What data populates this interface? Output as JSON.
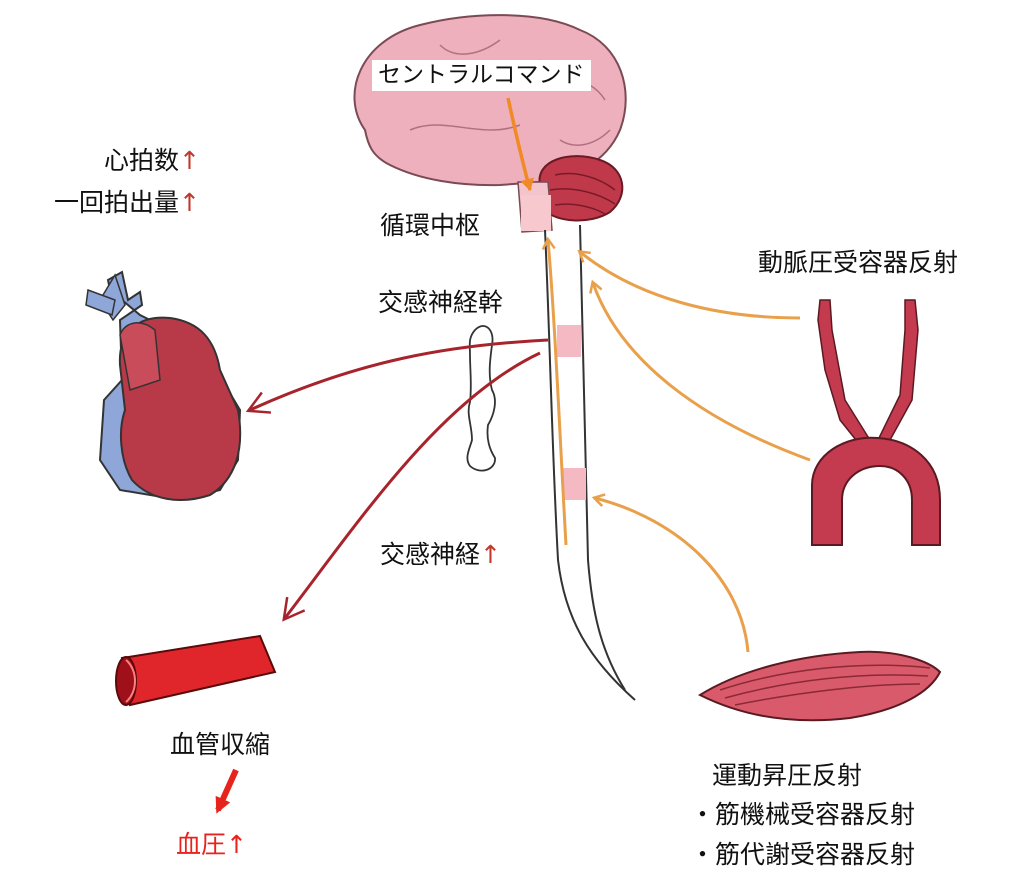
{
  "labels": {
    "central_command": "セントラルコマンド",
    "circulatory_center": "循環中枢",
    "sympathetic_trunk": "交感神経幹",
    "sympathetic_nerve": "交感神経",
    "heart_rate": "心拍数",
    "stroke_volume": "一回拍出量",
    "baroreflex": "動脈圧受容器反射",
    "vasoconstriction": "血管収縮",
    "blood_pressure": "血圧",
    "exercise_pressor_reflex": "運動昇圧反射",
    "mechanoreflex": "・筋機械受容器反射",
    "metaboreflex": "・筋代謝受容器反射"
  },
  "arrow_symbol": "↑",
  "colors": {
    "afferent_arrow": "#e9a04a",
    "efferent_arrow": "#a8242c",
    "command_arrow": "#f08a24",
    "increase_marker": "#c0392b",
    "blood_pressure_text": "#e8231c",
    "brain": "#eeb0bd",
    "cerebellum": "#c0394a",
    "heart_red": "#b83a48",
    "heart_blue": "#7f9fd6",
    "artery": "#c43a4e",
    "muscle": "#d95a6a",
    "vessel": "#e0262a"
  },
  "icons": [
    "brain-icon",
    "spinal-cord-icon",
    "sympathetic-trunk-icon",
    "heart-icon",
    "aortic-arch-icon",
    "muscle-icon",
    "blood-vessel-icon"
  ]
}
